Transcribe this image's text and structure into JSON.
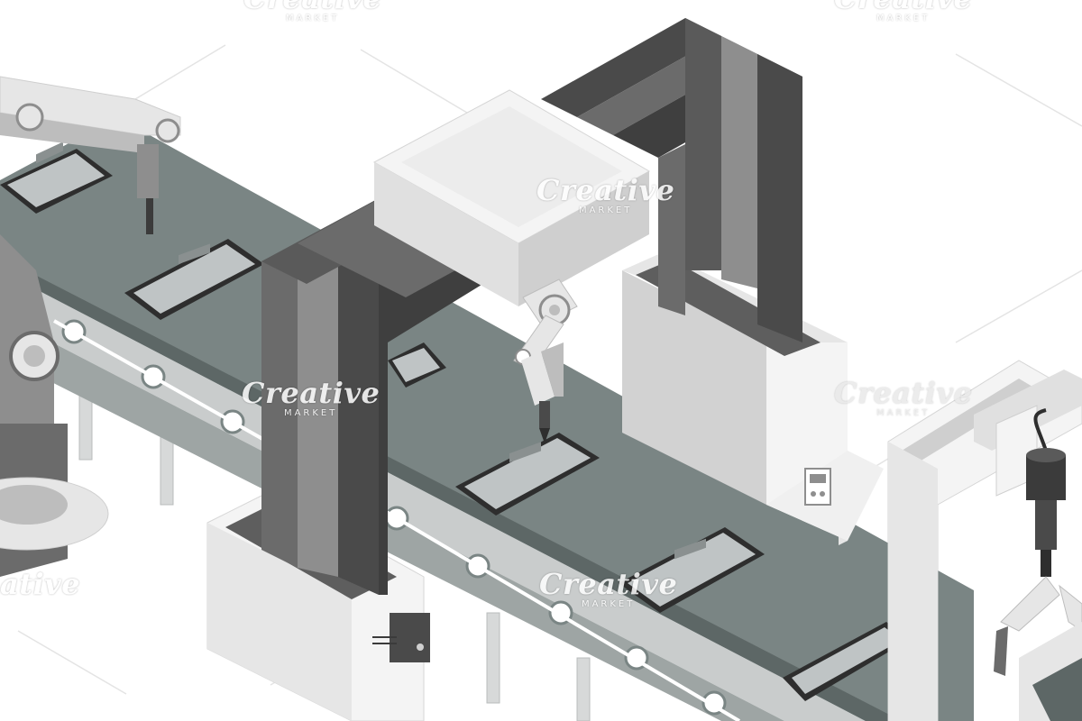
{
  "watermark": {
    "main": "Creative",
    "sub": "MARKET",
    "partial_main": "ative",
    "top_main": "Creative"
  },
  "colors": {
    "background": "#ffffff",
    "belt": "#7a8584",
    "belt_dark": "#5d6766",
    "belt_side": "#c9cccc",
    "pillar_dark": "#4a4a4a",
    "pillar_mid": "#6b6b6b",
    "pillar_light": "#8e8e8e",
    "machine_light": "#e6e6e6",
    "machine_white": "#f4f4f4",
    "phone_frame": "#2e2e2e",
    "phone_screen": "#bfc4c5"
  }
}
